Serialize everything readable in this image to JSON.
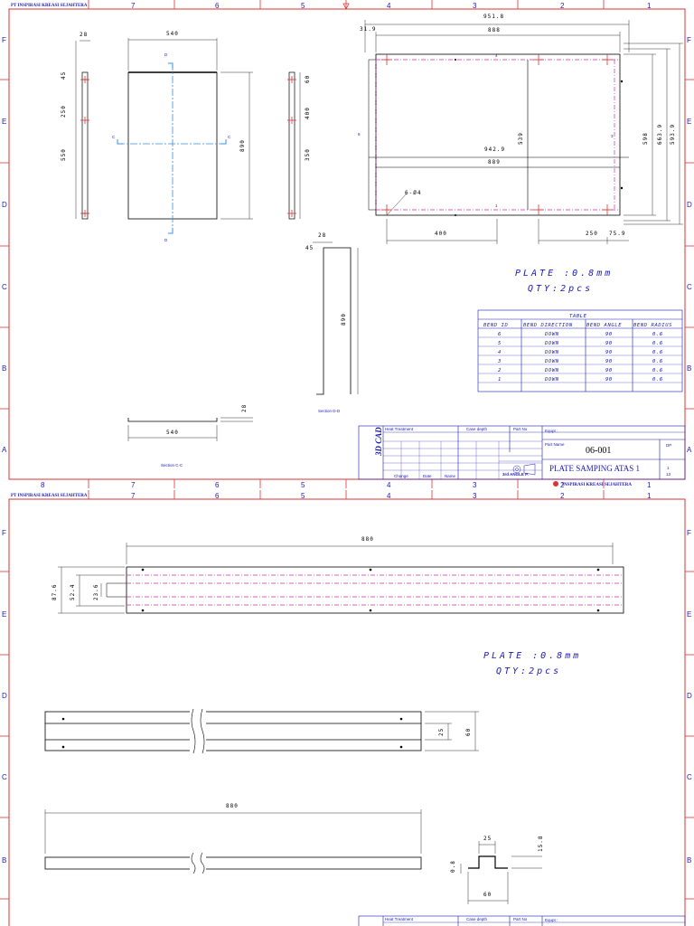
{
  "company": {
    "header_short": "PT INSPIRASI KREASI SEJAHTERA",
    "footer_name": "INSPIRASI KREASI SEJAHTERA",
    "logo_text": "3D CAD"
  },
  "zones": {
    "columns": [
      "8",
      "7",
      "6",
      "5",
      "4",
      "3",
      "2",
      "1"
    ],
    "rows": [
      "F",
      "E",
      "D",
      "C",
      "B",
      "A"
    ]
  },
  "sheet1": {
    "note_plate": "PLATE :0.8mm",
    "note_qty": "QTY:2pcs",
    "views": {
      "side_left": {
        "w": "28",
        "d1": "45",
        "d2": "250",
        "d3": "550"
      },
      "front": {
        "w": "540",
        "h": "890",
        "sec_c": "C",
        "sec_d": "D"
      },
      "side_right": {
        "d1": "60",
        "d2": "400",
        "d3": "350"
      },
      "top_view": {
        "overall": "951.8",
        "inner": "888",
        "offset": "31.9",
        "mid_w": "942.9",
        "mid_inner": "889",
        "h_inner": "539",
        "h1": "598",
        "h2": "663.9",
        "h3": "593.9",
        "hole_note": "6-Ø4",
        "left_gap": "400",
        "right_a": "250",
        "right_b": "75.9",
        "bend_labels": [
          "4",
          "5",
          "3",
          "2",
          "1",
          "6"
        ]
      },
      "section_d": {
        "w": "28",
        "h": "890",
        "t": "45",
        "label": "Section D-D"
      },
      "section_c": {
        "w": "540",
        "t": "28",
        "label": "Section C-C"
      }
    },
    "bend_table": {
      "title": "TABLE",
      "headers": [
        "BEND ID",
        "BEND DIRECTION",
        "BEND ANGLE",
        "BEND RADIUS"
      ],
      "rows": [
        [
          "6",
          "DOWN",
          "90",
          "0.6"
        ],
        [
          "5",
          "DOWN",
          "90",
          "0.6"
        ],
        [
          "4",
          "DOWN",
          "90",
          "0.6"
        ],
        [
          "3",
          "DOWN",
          "90",
          "0.6"
        ],
        [
          "2",
          "DOWN",
          "90",
          "0.6"
        ],
        [
          "1",
          "DOWN",
          "90",
          "0.6"
        ]
      ]
    },
    "title_block": {
      "heat_treatment": "Heat Treatment",
      "case_depth": "Case depth",
      "part_no_label": "Part No",
      "part_name_label": "Part Name",
      "part_number": "06-001",
      "part_name": "PLATE SAMPING ATAS 1",
      "sheet_label": "DP",
      "sheet_num": "1",
      "sheet_total": "13",
      "proj_label": "3rd ANGLE P.",
      "equip_label": "Equpt :",
      "change_labels": [
        "Change",
        "Date",
        "Name"
      ]
    }
  },
  "sheet2": {
    "note_plate": "PLATE :0.8mm",
    "note_qty": "QTY:2pcs",
    "top": {
      "w": "880",
      "h1": "87.6",
      "h2": "52.4",
      "h3": "23.6"
    },
    "middle": {
      "h1": "25",
      "h2": "60"
    },
    "bottom": {
      "w": "880"
    },
    "detail": {
      "top": "25",
      "right": "15.8",
      "left": "0.8",
      "bottom": "60"
    },
    "title_block": {
      "heat_treatment": "Heat Treatment",
      "case_depth": "Case depth",
      "part_no_label": "Part No",
      "equip_label": "Equpt :"
    }
  }
}
